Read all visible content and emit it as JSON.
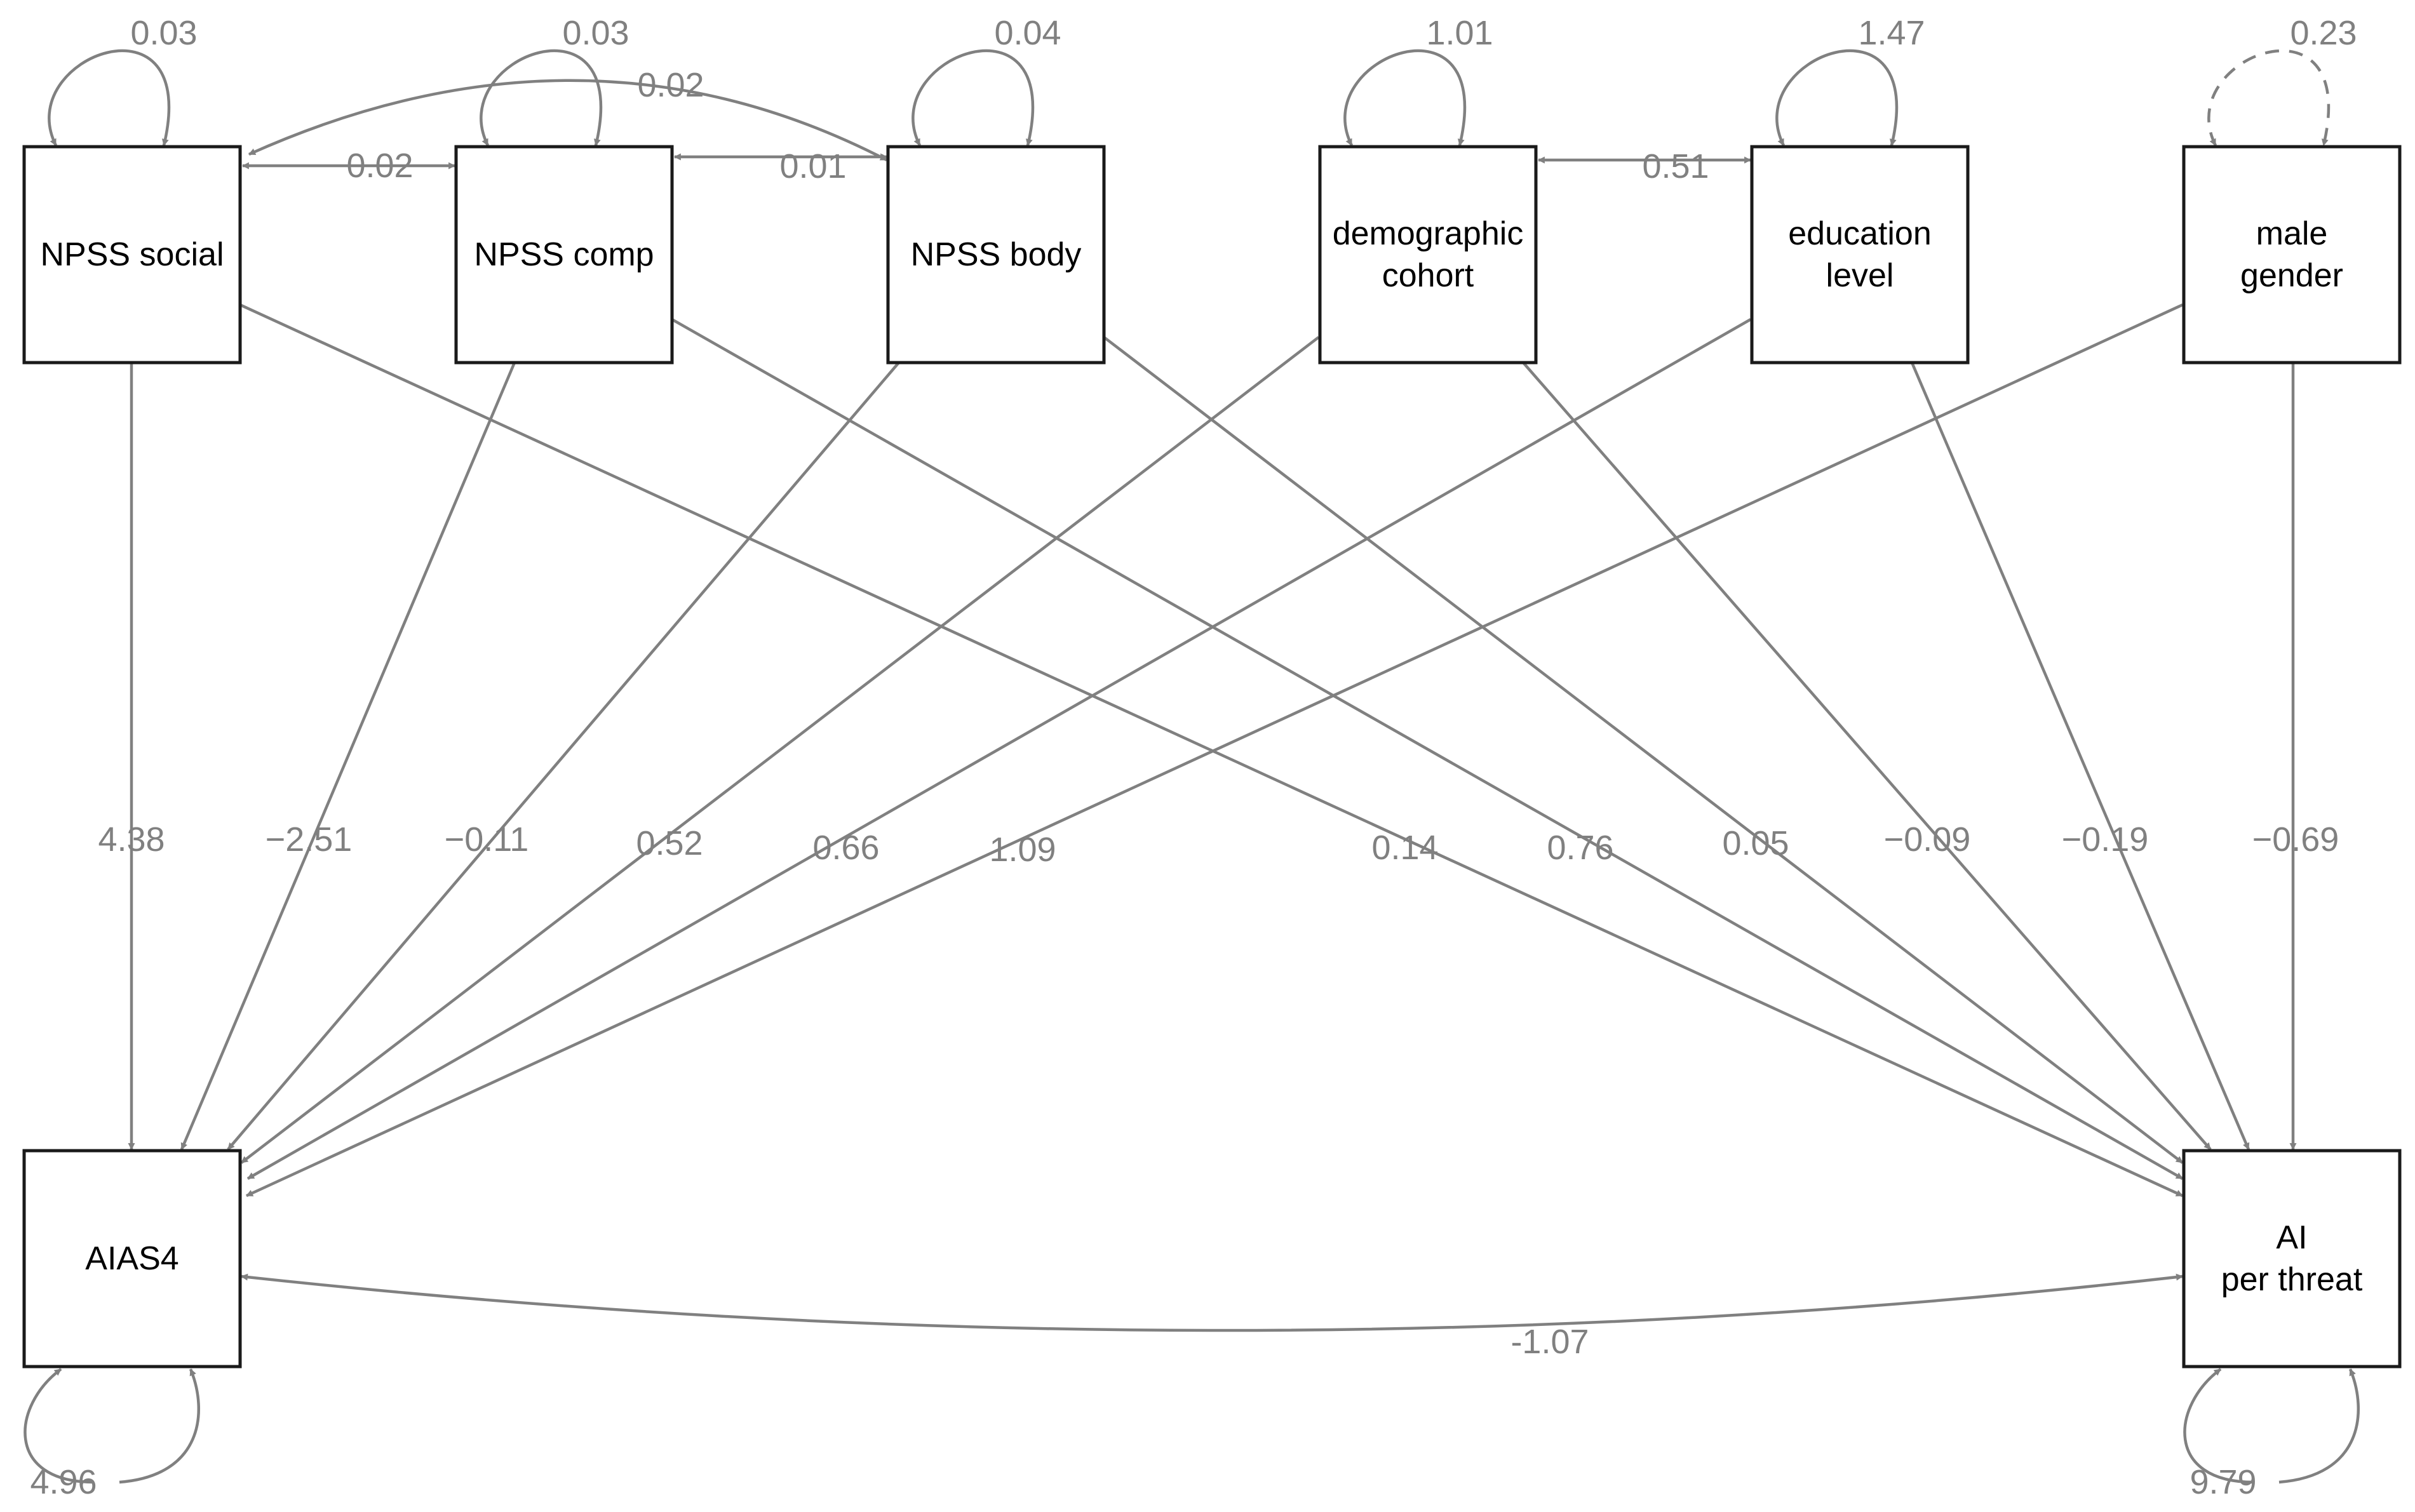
{
  "colors": {
    "edge": "#808080",
    "node_border": "#1a1a1a",
    "label_text": "#000000",
    "background": "#ffffff"
  },
  "nodes": {
    "npss_social": {
      "lines": [
        "NPSS social"
      ]
    },
    "npss_comp": {
      "lines": [
        "NPSS comp"
      ]
    },
    "npss_body": {
      "lines": [
        "NPSS body"
      ]
    },
    "demographic_cohort": {
      "lines": [
        "demographic",
        "cohort"
      ]
    },
    "education_level": {
      "lines": [
        "education",
        "level"
      ]
    },
    "male_gender": {
      "lines": [
        "male",
        "gender"
      ]
    },
    "aias4": {
      "lines": [
        "AIAS4"
      ]
    },
    "ai_per_threat": {
      "lines": [
        "AI",
        "per threat"
      ]
    }
  },
  "variances": [
    {
      "node": "npss_social",
      "value": "0.03",
      "dashed": false
    },
    {
      "node": "npss_comp",
      "value": "0.03",
      "dashed": false
    },
    {
      "node": "npss_body",
      "value": "0.04",
      "dashed": false
    },
    {
      "node": "demographic_cohort",
      "value": "1.01",
      "dashed": false
    },
    {
      "node": "education_level",
      "value": "1.47",
      "dashed": false
    },
    {
      "node": "male_gender",
      "value": "0.23",
      "dashed": true
    },
    {
      "node": "aias4",
      "value": "4.96",
      "dashed": false
    },
    {
      "node": "ai_per_threat",
      "value": "9.79",
      "dashed": false
    }
  ],
  "covariances": [
    {
      "from": "npss_social",
      "to": "npss_comp",
      "value": "0.02"
    },
    {
      "from": "npss_comp",
      "to": "npss_body",
      "value": "0.01"
    },
    {
      "from": "npss_social",
      "to": "npss_body",
      "value": "0.02"
    },
    {
      "from": "demographic_cohort",
      "to": "education_level",
      "value": "0.51"
    },
    {
      "from": "aias4",
      "to": "ai_per_threat",
      "value": "-1.07"
    }
  ],
  "paths": [
    {
      "from": "npss_social",
      "to": "aias4",
      "value": "4.38"
    },
    {
      "from": "npss_comp",
      "to": "aias4",
      "value": "−2.51"
    },
    {
      "from": "npss_body",
      "to": "aias4",
      "value": "−0.11"
    },
    {
      "from": "demographic_cohort",
      "to": "aias4",
      "value": "0.52"
    },
    {
      "from": "education_level",
      "to": "aias4",
      "value": "0.66"
    },
    {
      "from": "male_gender",
      "to": "aias4",
      "value": "1.09"
    },
    {
      "from": "npss_social",
      "to": "ai_per_threat",
      "value": "0.14"
    },
    {
      "from": "npss_comp",
      "to": "ai_per_threat",
      "value": "0.76"
    },
    {
      "from": "npss_body",
      "to": "ai_per_threat",
      "value": "0.05"
    },
    {
      "from": "demographic_cohort",
      "to": "ai_per_threat",
      "value": "−0.09"
    },
    {
      "from": "education_level",
      "to": "ai_per_threat",
      "value": "−0.19"
    },
    {
      "from": "male_gender",
      "to": "ai_per_threat",
      "value": "−0.69"
    }
  ]
}
